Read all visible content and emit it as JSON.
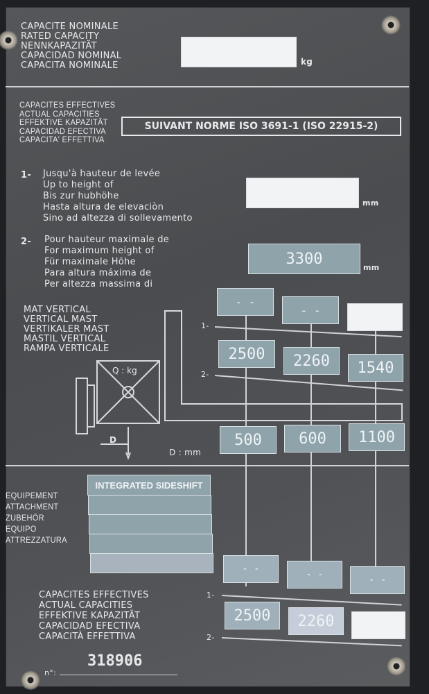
{
  "rated_capacity": {
    "labels": [
      "CAPACITE NOMINALE",
      "RATED CAPACITY",
      "NENNKAPAZITÄT",
      "CAPACIDAD NOMINAL",
      "CAPACITA NOMINALE"
    ],
    "value": "",
    "unit": "kg"
  },
  "actual_capacities": {
    "labels": [
      "CAPACITES EFFECTIVES",
      "ACTUAL CAPACITIES",
      "EFFEKTIVE KAPAZITÄT",
      "CAPACIDAD EFECTIVA",
      "CAPACITA' EFFETTIVA"
    ],
    "standard": "SUIVANT NORME ISO 3691-1 (ISO 22915-2)"
  },
  "height1": {
    "num": "1-",
    "labels": [
      "Jusqu'à hauteur de levée",
      "Up to height of",
      "Bis zur hubhöhe",
      "Hasta altura de elevaciòn",
      "Sino ad altezza di sollevamento"
    ],
    "value": "",
    "unit": "mm"
  },
  "height2": {
    "num": "2-",
    "labels": [
      "Pour hauteur maximale de",
      "For maximum height of",
      "Für maximale Höhe",
      "Para altura máxima de",
      "Per altezza massima di"
    ],
    "value": "3300",
    "unit": "mm"
  },
  "mast": {
    "labels": [
      "MAT VERTICAL",
      "VERTICAL MAST",
      "VERTIKALER MAST",
      "MASTIL VERTICAL",
      "RAMPA VERTICALE"
    ],
    "load_label": "Q : kg",
    "d_label": "D",
    "d_unit": "D : mm",
    "row1": "1-",
    "row2": "2-",
    "cap1": [
      "- -",
      "- -",
      ""
    ],
    "cap2": [
      "2500",
      "2260",
      "1540"
    ],
    "distances": [
      "500",
      "600",
      "1100"
    ]
  },
  "attachment": {
    "labels": [
      "EQUIPEMENT",
      "ATTACHMENT",
      "ZUBEHÖR",
      "EQUIPO",
      "ATTREZZATURA"
    ],
    "rows": [
      "INTEGRATED SIDESHIFT",
      "",
      "",
      "",
      ""
    ]
  },
  "attachment_capacities": {
    "labels": [
      "CAPACITES EFFECTIVES",
      "ACTUAL CAPACITIES",
      "EFFEKTIVE KAPAZITÄT",
      "CAPACIDAD EFECTIVA",
      "CAPACITÀ EFFETTIVA"
    ],
    "row1": "1-",
    "row2": "2-",
    "cap1": [
      "- -",
      "- -",
      "- -"
    ],
    "cap2": [
      "2500",
      "2260",
      ""
    ]
  },
  "serial": {
    "label": "n°:",
    "value": "318906"
  }
}
